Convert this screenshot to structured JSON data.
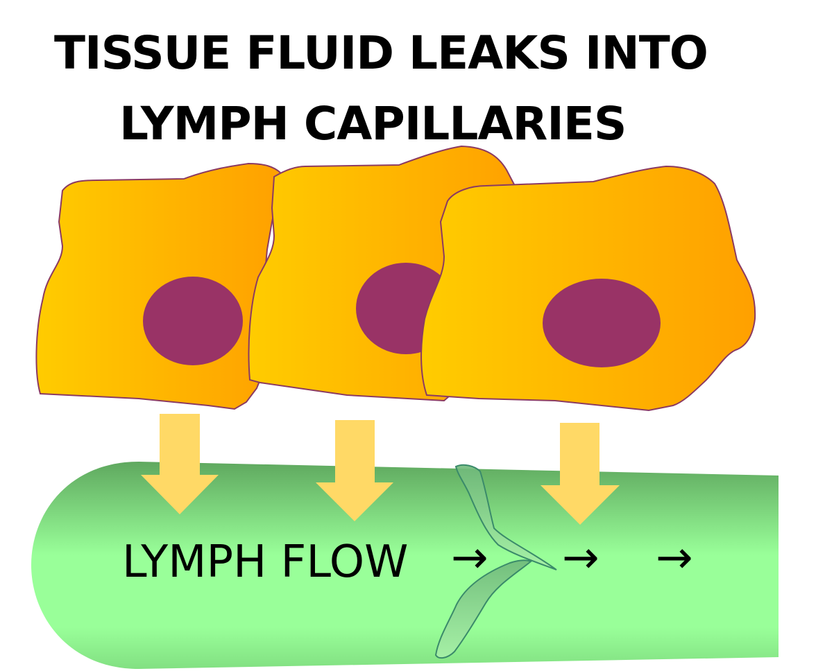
{
  "title": {
    "line1": "TISSUE FLUID LEAKS INTO",
    "line2": "LYMPH CAPILLARIES"
  },
  "vessel": {
    "label": "LYMPH FLOW",
    "arrow_glyph": "→"
  },
  "colors": {
    "cell_light": "#FFCC00",
    "cell_dark": "#FFA000",
    "cell_outline": "#8B3A62",
    "nucleus": "#993366",
    "arrow_fill": "#FFD966",
    "vessel_dark": "#5FA85F",
    "vessel_light": "#99FF99",
    "flap_outline": "#3A8A6A"
  },
  "icons": [
    "cell-icon",
    "nucleus-icon",
    "down-arrow-icon",
    "right-arrow-icon",
    "valve-flap-icon"
  ]
}
